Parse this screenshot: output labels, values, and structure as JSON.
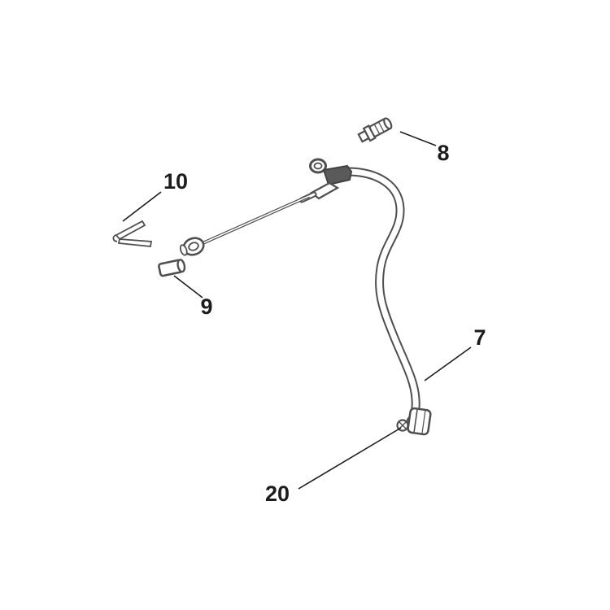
{
  "diagram": {
    "type": "exploded-parts-diagram",
    "background_color": "#ffffff",
    "line_color": "#4f4f4f",
    "label_color": "#1c1c1c",
    "callouts": [
      {
        "text": "10"
      },
      {
        "text": "8"
      },
      {
        "text": "9"
      },
      {
        "text": "7"
      },
      {
        "text": "20"
      }
    ]
  }
}
